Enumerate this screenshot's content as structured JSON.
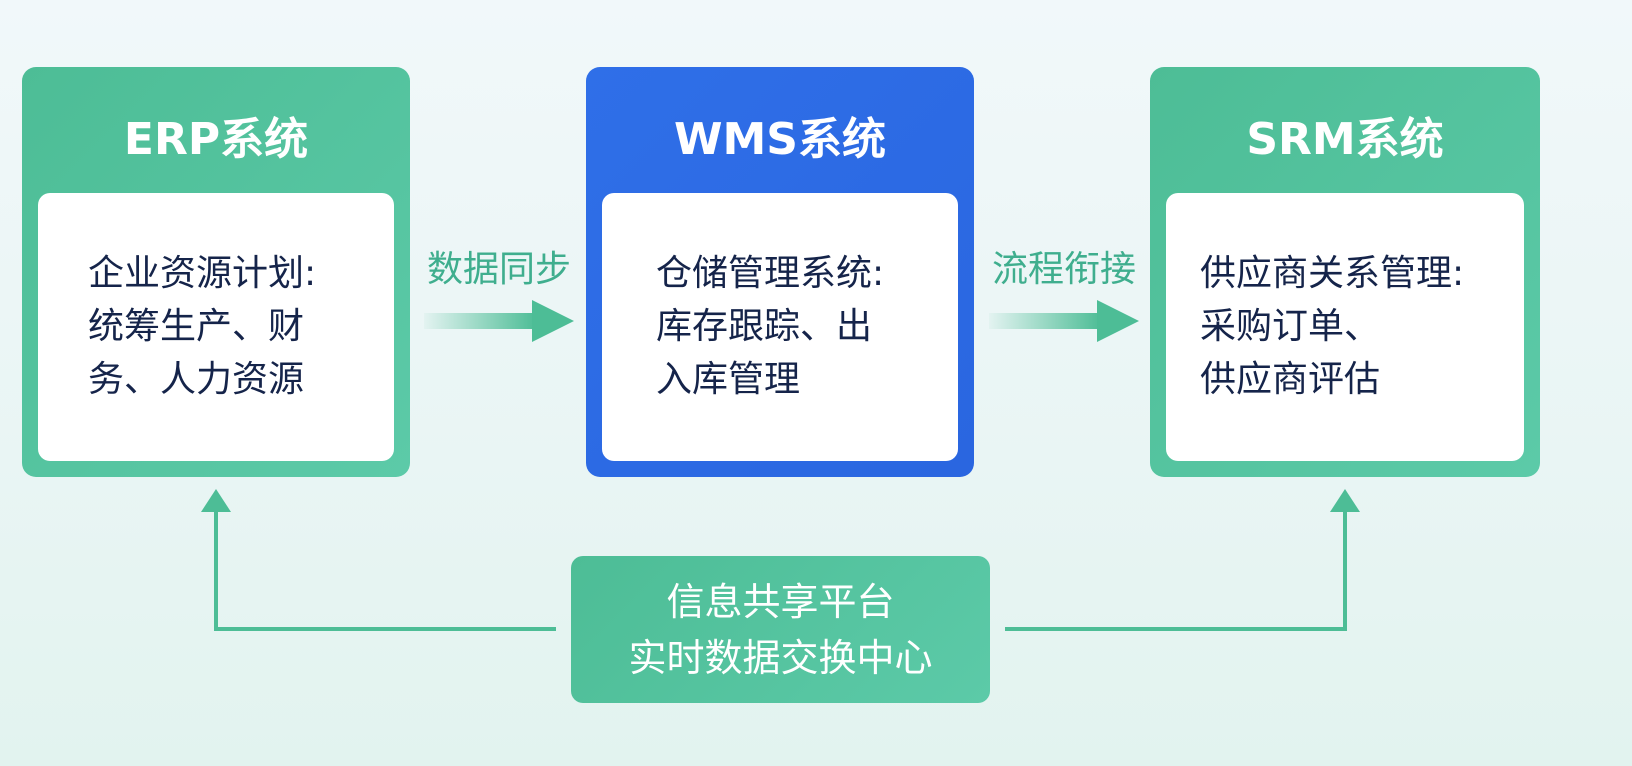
{
  "systems": [
    {
      "title": "ERP系统",
      "lines": [
        "企业资源计划:",
        "统筹生产、财",
        "务、人力资源"
      ]
    },
    {
      "title": "WMS系统",
      "lines": [
        "仓储管理系统:",
        "库存跟踪、出",
        "入库管理"
      ]
    },
    {
      "title": "SRM系统",
      "lines": [
        "供应商关系管理:",
        "采购订单、",
        "供应商评估"
      ]
    }
  ],
  "flows": [
    "数据同步",
    "流程衔接"
  ],
  "hub": {
    "line1": "信息共享平台",
    "line2": "实时数据交换中心"
  },
  "colors": {
    "green": "#4dbd96",
    "blue": "#2f6fe8",
    "text": "#15244a"
  }
}
